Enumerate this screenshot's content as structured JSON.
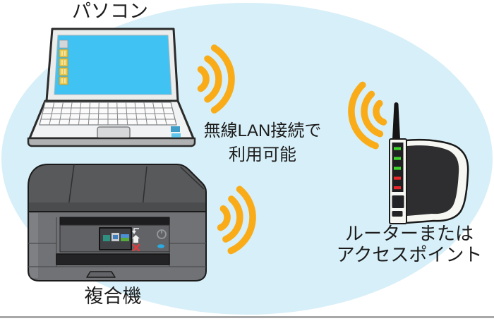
{
  "diagram": {
    "caption": {
      "line1": "無線LAN接続で",
      "line2": "利用可能"
    },
    "nodes": {
      "laptop": {
        "label": "パソコン"
      },
      "printer": {
        "label": "複合機"
      },
      "router": {
        "label_line1": "ルーターまたは",
        "label_line2": "アクセスポイント"
      }
    },
    "wifi_signals": [
      "laptop-wifi-signal-icon",
      "printer-wifi-signal-icon",
      "router-wifi-signal-icon"
    ]
  },
  "colors": {
    "background_ellipse": "#D7EFF8",
    "wifi_signal": "#F9AC18",
    "laptop_screen": "#40C3F2",
    "router_led_green": "#3FD32C",
    "router_led_red": "#E8272B",
    "printer_status_led": "#29ABE2",
    "bottom_rule": "#A8A8A8"
  }
}
